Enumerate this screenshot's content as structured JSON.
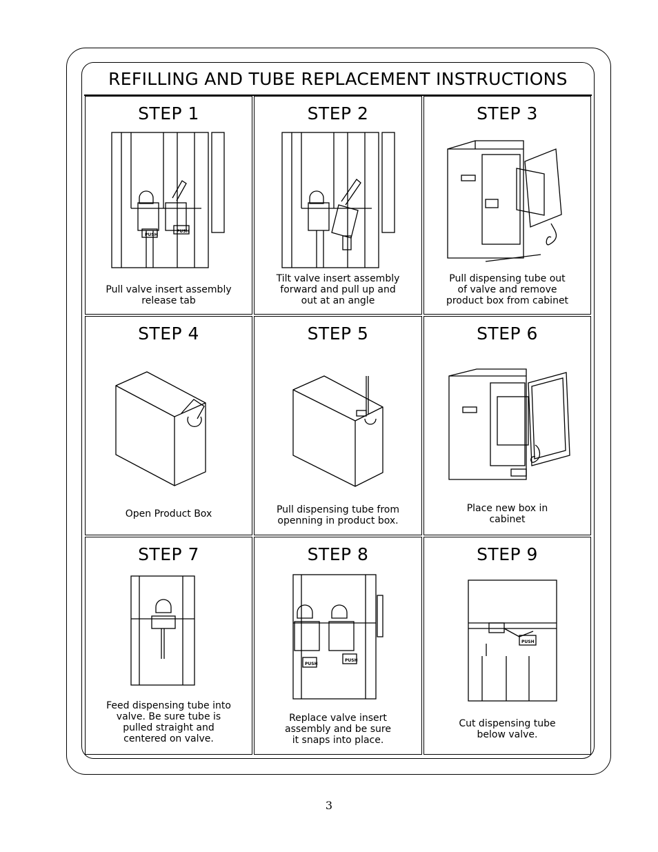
{
  "title": "REFILLING AND TUBE REPLACEMENT INSTRUCTIONS",
  "steps": [
    {
      "label": "STEP 1",
      "caption": "Pull valve insert assembly\nrelease tab"
    },
    {
      "label": "STEP 2",
      "caption": "Tilt valve insert assembly\nforward and pull up and\nout at an angle"
    },
    {
      "label": "STEP 3",
      "caption": "Pull dispensing tube out\nof valve and remove\nproduct box from cabinet"
    },
    {
      "label": "STEP 4",
      "caption": "Open Product Box"
    },
    {
      "label": "STEP 5",
      "caption": "Pull dispensing tube from\nopenning in product box."
    },
    {
      "label": "STEP 6",
      "caption": "Place new box in\ncabinet"
    },
    {
      "label": "STEP 7",
      "caption": "Feed dispensing tube into\nvalve. Be sure tube is\npulled straight and\ncentered on valve."
    },
    {
      "label": "STEP 8",
      "caption": "Replace valve insert\nassembly and be sure\nit snaps into place."
    },
    {
      "label": "STEP 9",
      "caption": "Cut dispensing tube\nbelow valve."
    }
  ],
  "push_label": "PUSH",
  "page_number": "3"
}
